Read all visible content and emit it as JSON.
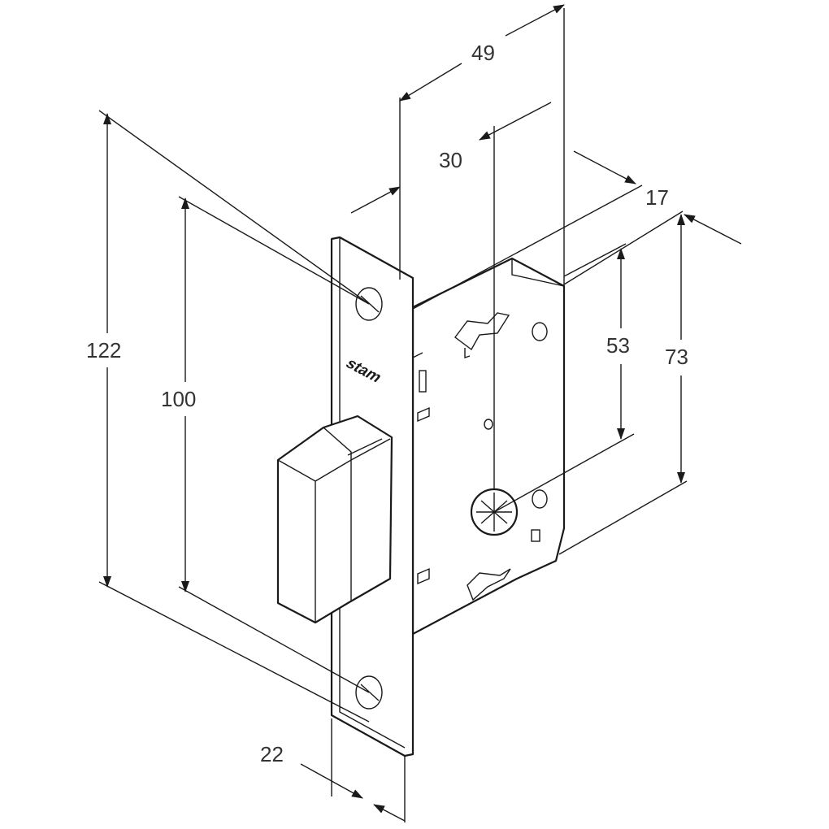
{
  "diagram": {
    "brand": "stam",
    "dimensions": {
      "overall_height": "122",
      "screw_spacing": "100",
      "faceplate_width": "22",
      "total_depth": "49",
      "backset": "30",
      "case_thickness": "17",
      "follower_height": "53",
      "case_height": "73"
    }
  },
  "colors": {
    "line": "#1a1a1a",
    "text": "#333333",
    "background": "#ffffff"
  }
}
